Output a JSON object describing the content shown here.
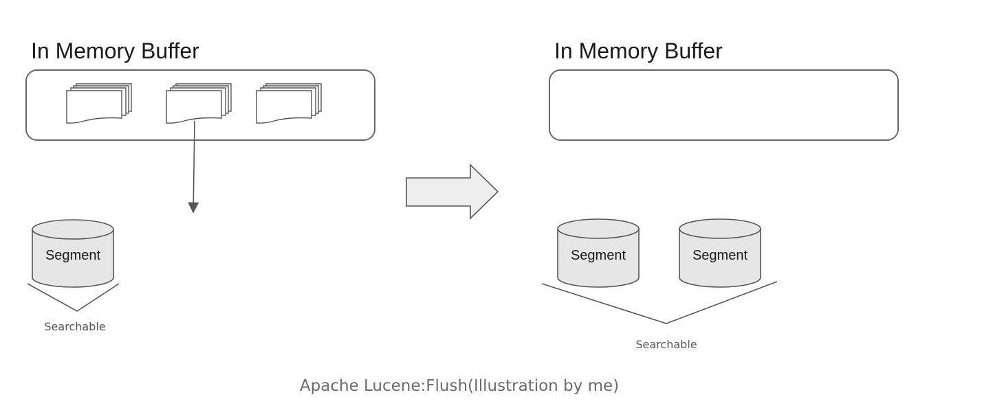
{
  "left_panel": {
    "title": "In Memory Buffer",
    "segment_label": "Segment",
    "searchable_label": "Searchable"
  },
  "right_panel": {
    "title": "In Memory Buffer",
    "segments": [
      {
        "label": "Segment"
      },
      {
        "label": "Segment"
      }
    ],
    "searchable_label": "Searchable"
  },
  "caption": "Apache Lucene:Flush(Illustration by me)",
  "colors": {
    "stroke": "#555555",
    "cylinder_fill": "#e6e6e6",
    "arrow_fill": "#eeeeee",
    "caption_text": "#6b6b6b"
  }
}
